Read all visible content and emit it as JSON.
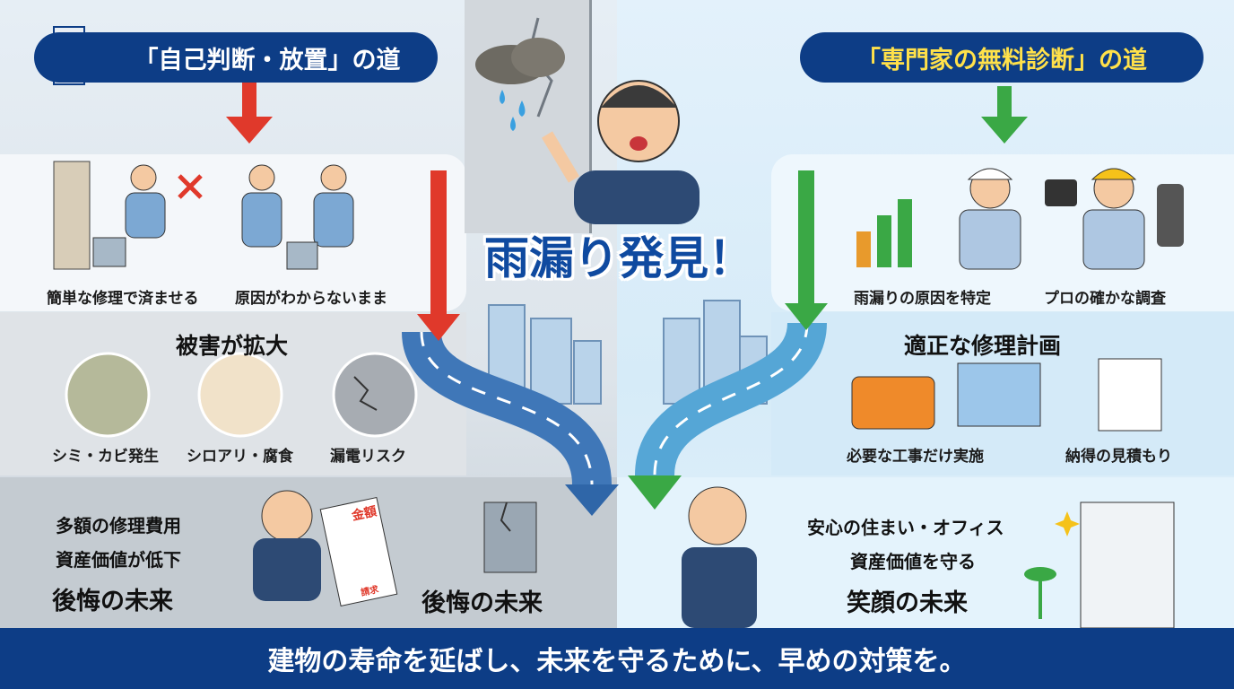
{
  "left_path": {
    "title": "「自己判断・放置」の道",
    "step1": {
      "caption_a": "簡単な修理で済ませる",
      "caption_b": "原因がわからないまま"
    },
    "step2": {
      "heading": "被害が拡大",
      "items": [
        "シミ・カビ発生",
        "シロアリ・腐食",
        "漏電リスク"
      ]
    },
    "step3": {
      "line1": "多額の修理費用",
      "line2": "資産価値が低下",
      "line3": "後悔の未来",
      "label_right": "後悔の未来",
      "bill_label": "金額",
      "bill_sub": "請求"
    }
  },
  "center": {
    "title": "雨漏り発見！"
  },
  "right_path": {
    "title": "「専門家の無料診断」の道",
    "step1": {
      "caption_a": "雨漏りの原因を特定",
      "caption_b": "プロの確かな調査"
    },
    "step2": {
      "heading": "適正な修理計画",
      "items": [
        "必要な工事だけ実施",
        "納得の見積もり"
      ]
    },
    "step3": {
      "line1": "安心の住まい・オフィス",
      "line2": "資産価値を守る",
      "line3": "笑顔の未来"
    }
  },
  "footer": {
    "text": "建物の寿命を延ばし、未来を守るために、早めの対策を。"
  },
  "colors": {
    "navy": "#0d3d86",
    "yellow": "#ffe14a",
    "red": "#e0392b",
    "green": "#3aa845",
    "title_blue": "#0f4aa0"
  }
}
